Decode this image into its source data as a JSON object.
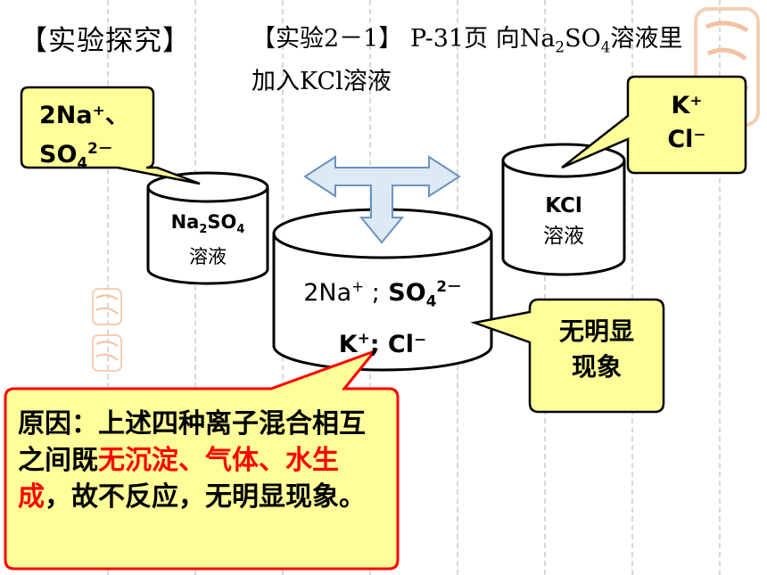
{
  "heading": "【实验探究】",
  "title": {
    "prefix": "【实验2－1】 P-31页 向Na",
    "sub": "2",
    "mid": "SO",
    "sub2": "4",
    "suffix": "溶液里",
    "line2": "加入KCl溶液"
  },
  "callout_na2so4": {
    "line1": "2Na⁺、",
    "line2_main": "SO",
    "line2_sub": "4",
    "line2_sup": "2－"
  },
  "callout_kcl": {
    "line1": "K⁺",
    "line2": "Cl⁻"
  },
  "callout_result": {
    "line1": "无明显",
    "line2": "现象"
  },
  "beaker_na2so4": {
    "formula_na": "Na",
    "formula_sub1": "2",
    "formula_so": "SO",
    "formula_sub2": "4",
    "label": "溶液"
  },
  "beaker_kcl": {
    "formula": "KCl",
    "label": "溶液"
  },
  "beaker_mix": {
    "line1_na": "2Na",
    "line1_sup": "+",
    "line1_sep": " ;",
    "line1_so": " SO",
    "line1_sub": "4",
    "line1_sup2": "2－",
    "line2_k": "K",
    "line2_sup": "+",
    "line2_rest": "; Cl⁻"
  },
  "reason": {
    "part1": "原因：上述四种离子混合相互之间既",
    "red1": "无沉淀、",
    "red2": "气体、水生成",
    "part2": "，故不反应，无明显现象。"
  },
  "colors": {
    "callout_fill": "#ffff99",
    "reason_border": "#ff0000",
    "arrow_fill": "#dde9f4",
    "arrow_stroke": "#6a93bf",
    "highlight": "#ff0000"
  }
}
